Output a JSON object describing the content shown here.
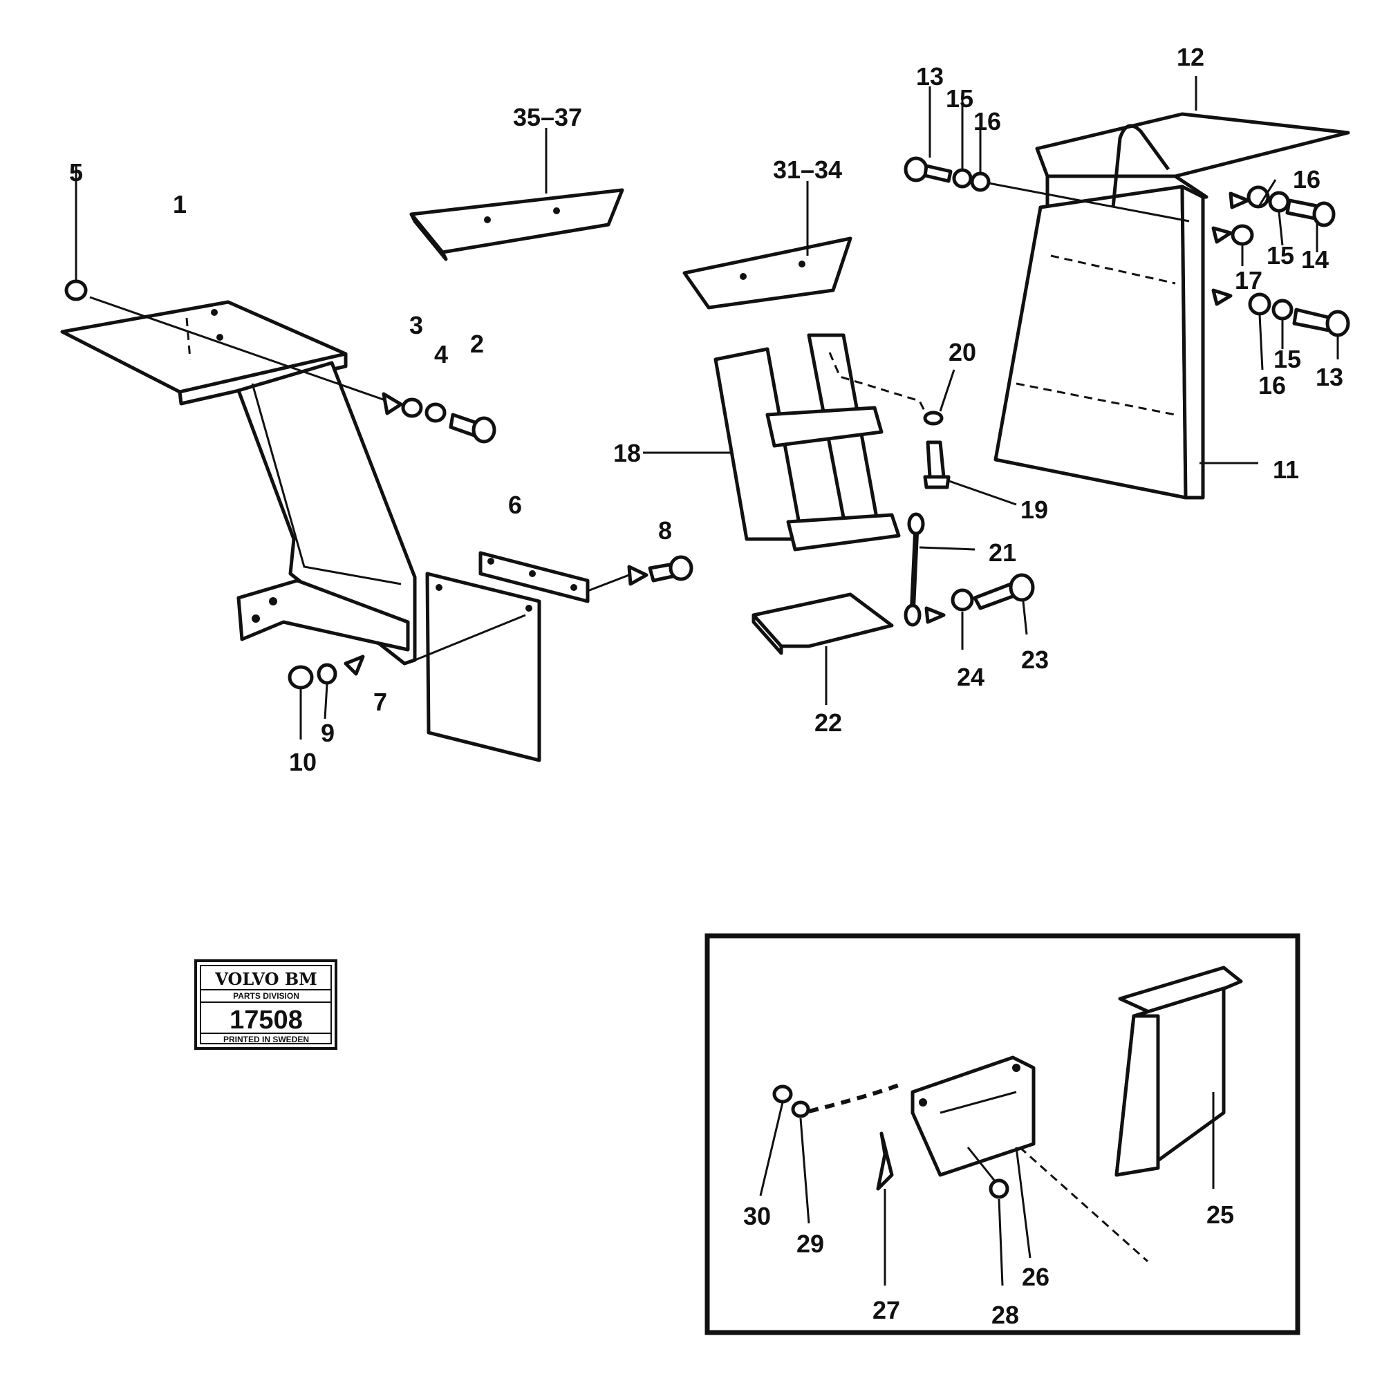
{
  "callouts": {
    "c1": "1",
    "c2": "2",
    "c3": "3",
    "c4": "4",
    "c5": "5",
    "c6": "6",
    "c7": "7",
    "c8": "8",
    "c9": "9",
    "c10": "10",
    "c11": "11",
    "c12": "12",
    "c13a": "13",
    "c13b": "13",
    "c14": "14",
    "c15a": "15",
    "c15b": "15",
    "c15c": "15",
    "c16a": "16",
    "c16b": "16",
    "c16c": "16",
    "c17": "17",
    "c18": "18",
    "c19": "19",
    "c20": "20",
    "c21": "21",
    "c22": "22",
    "c23": "23",
    "c24": "24",
    "c25": "25",
    "c26": "26",
    "c27": "27",
    "c28": "28",
    "c29": "29",
    "c30": "30",
    "c31_34": "31–34",
    "c35_37": "35–37"
  },
  "plate": {
    "brand": "VOLVO BM",
    "division": "PARTS DIVISION",
    "number": "17508",
    "printed": "PRINTED IN SWEDEN"
  }
}
